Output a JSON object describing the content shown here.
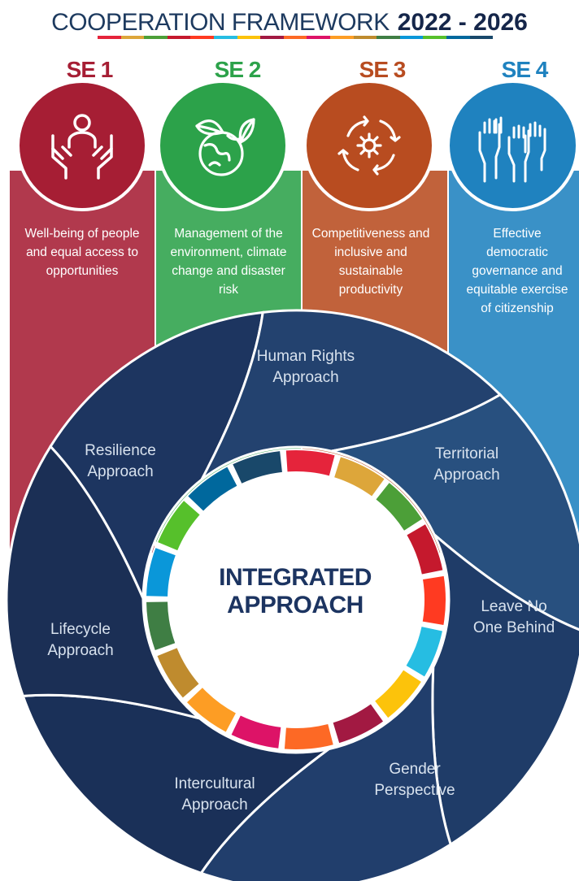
{
  "header": {
    "title_light": "COOPERATION FRAMEWORK",
    "title_bold": "2022 - 2026"
  },
  "sdg_colors": [
    "#e5243b",
    "#dda63a",
    "#4c9f38",
    "#c5192d",
    "#ff3a21",
    "#26bde2",
    "#fcc30b",
    "#a21942",
    "#fd6925",
    "#dd1367",
    "#fd9d24",
    "#bf8b2e",
    "#3f7e44",
    "#0a97d9",
    "#56c02b",
    "#00689d",
    "#19486a"
  ],
  "strategic_effects": [
    {
      "code": "SE 1",
      "text": "Well-being of people and equal access to opportunities",
      "color": "#a61e34",
      "icon": "hands-person-icon"
    },
    {
      "code": "SE 2",
      "text": "Management of the environment, climate change and disaster risk",
      "color": "#2ca24a",
      "icon": "earth-leaves-icon"
    },
    {
      "code": "SE 3",
      "text": "Competitiveness and inclusive and sustainable productivity",
      "color": "#b84c20",
      "icon": "gear-cycle-icon"
    },
    {
      "code": "SE 4",
      "text": "Effective democratic governance and equitable exercise of citizenship",
      "color": "#1f82bf",
      "icon": "raised-hands-icon"
    }
  ],
  "approaches": [
    {
      "label": "Human Rights Approach"
    },
    {
      "label": "Territorial Approach"
    },
    {
      "label": "Leave No One Behind"
    },
    {
      "label": "Gender Perspective"
    },
    {
      "label": "Intercultural Approach"
    },
    {
      "label": "Lifecycle Approach"
    },
    {
      "label": "Resilience Approach"
    }
  ],
  "center": {
    "label": "INTEGRATED APPROACH"
  }
}
